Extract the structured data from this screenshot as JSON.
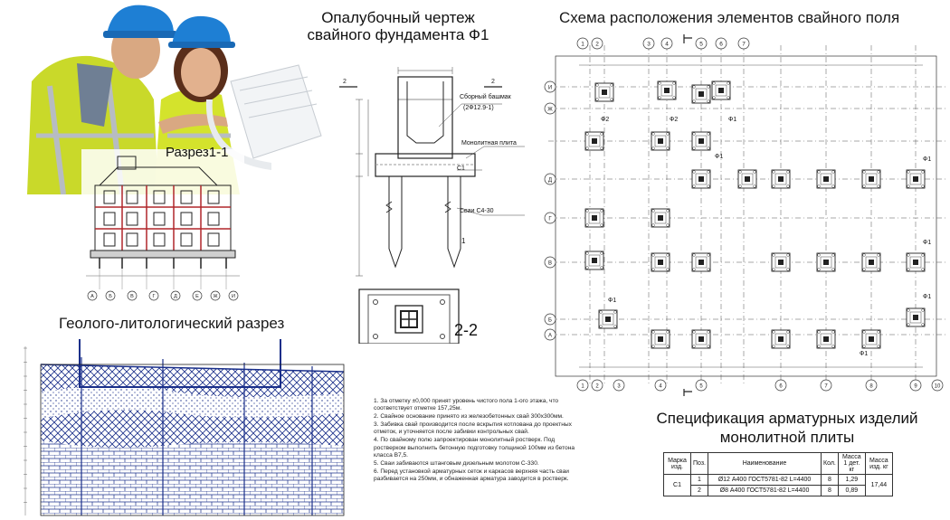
{
  "titles": {
    "formwork_line1": "Опалубочный чертеж",
    "formwork_line2": "свайного фундамента Ф1",
    "pile_scheme": "Схема расположения элементов свайного поля",
    "geo_section": "Геолого-литологический разрез",
    "section_1_1": "Разрез1-1",
    "spec_line1": "Спецификация арматурных изделий",
    "spec_line2": "монолитной плиты"
  },
  "formwork_labels": {
    "shoe": "Сборный башмак",
    "shoe_code": "(2Ф12.9-1)",
    "slab": "Монолитная плита",
    "c1": "С1",
    "pile": "Сваи С4-30",
    "cut_mark": "2",
    "section_mark_1": "1",
    "section_2_2": "2-2"
  },
  "notes": [
    "1. За отметку ±0,000 принят уровень чистого пола 1-ого этажа, что соответствует отметке 157,25м.",
    "2. Свайное основание принято из железобетонных свай 300х300мм.",
    "3. Забивка свай производится после вскрытия котлована до проектных отметок, и уточняется после забивки контрольных свай.",
    "4. По свайному полю запроектирован монолитный ростверк. Под ростверком выполнить бетонную подготовку толщиной 100мм из бетона класса В7,5.",
    "5. Сваи забиваются штанговым дизельным молотом С-330.",
    "6. Перед установкой арматурных сеток и каркасов верхняя часть сваи разбивается на 250мм, и обнаженная арматура заводится в ростверк."
  ],
  "grid_axes": {
    "top": [
      "1",
      "2",
      "3",
      "4",
      "5",
      "6",
      "7"
    ],
    "left": [
      "И",
      "Ж",
      "Д",
      "Г",
      "В",
      "Б",
      "А"
    ],
    "bottom": [
      "1",
      "2",
      "3",
      "4",
      "5",
      "6",
      "7",
      "8",
      "9",
      "10"
    ],
    "section_axes": [
      "А",
      "Б",
      "В",
      "Г",
      "Д",
      "Е",
      "Ж",
      "И"
    ]
  },
  "foundation_marks": {
    "f1": "Ф1",
    "f2": "Ф2"
  },
  "spec_table": {
    "headers": [
      "Марка изд.",
      "Поз.",
      "Наименование",
      "Кол.",
      "Масса 1 дет. кг",
      "Масса изд. кг"
    ],
    "mark": "С1",
    "rows": [
      {
        "pos": "1",
        "name": "Ø12 А400 ГОСТ5781-82 L=4400",
        "qty": "8",
        "mass": "1,29"
      },
      {
        "pos": "2",
        "name": "Ø8 А400 ГОСТ5781-82 L=4400",
        "qty": "8",
        "mass": "0,89"
      }
    ],
    "total": "17,44"
  },
  "colors": {
    "hatch_blue": "#1a2f8a",
    "section_red": "#b0262a",
    "vest": "#d8e827",
    "helmet": "#1e7fd4"
  }
}
